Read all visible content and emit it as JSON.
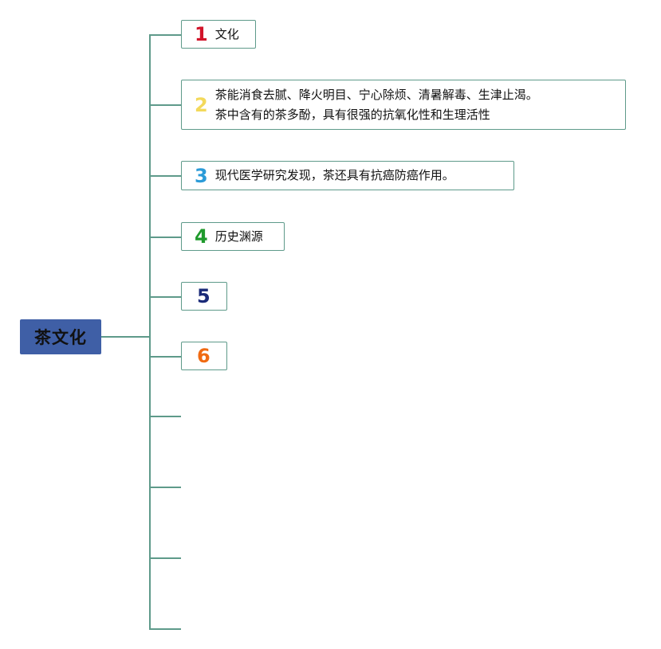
{
  "root": {
    "label": "茶文化"
  },
  "colors": {
    "root_fill": "#3f5fa6",
    "connector": "#5e9a8a",
    "marker_1": "#d2142a",
    "marker_2": "#f3d95b",
    "marker_3": "#2b9bd8",
    "marker_4": "#1f9a2c",
    "marker_5": "#1a2a78",
    "marker_6": "#f06a12"
  },
  "topics": [
    {
      "marker": "1",
      "marker_icon": "priority-1-icon",
      "lines": [
        "文化"
      ]
    },
    {
      "marker": "2",
      "marker_icon": "priority-2-icon",
      "lines": [
        "茶能消食去腻、降火明目、宁心除烦、清暑解毒、生津止渴。",
        "茶中含有的茶多酚，具有很强的抗氧化性和生理活性"
      ]
    },
    {
      "marker": "3",
      "marker_icon": "priority-3-icon",
      "lines": [
        "现代医学研究发现，茶还具有抗癌防癌作用。"
      ]
    },
    {
      "marker": "4",
      "marker_icon": "priority-4-icon",
      "lines": [
        "历史渊源"
      ]
    },
    {
      "marker": "5",
      "marker_icon": "priority-5-icon",
      "lines": []
    },
    {
      "marker": "6",
      "marker_icon": "priority-6-icon",
      "lines": []
    }
  ],
  "empty_branches": 4
}
